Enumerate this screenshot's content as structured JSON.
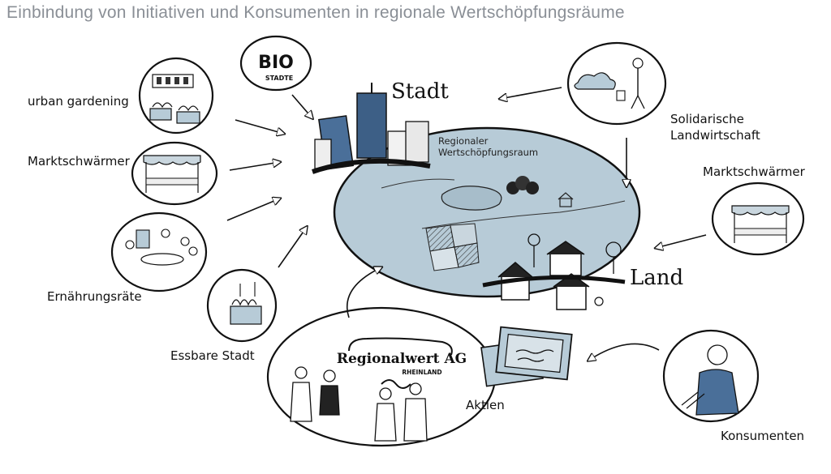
{
  "title": "Einbindung von Initiativen und Konsumenten in regionale Wertschöpfungsräume",
  "center": {
    "stadt": "Stadt",
    "land": "Land",
    "region_line1": "Regionaler",
    "region_line2": "Wertschöpfungsraum"
  },
  "left": {
    "urban_gardening": "urban gardening",
    "marktschwaermer": "Marktschwärmer",
    "ernaehrungsraete": "Ernährungsräte",
    "essbare_stadt": "Essbare Stadt"
  },
  "top": {
    "bio_logo_line1": "BIO",
    "bio_logo_line2": "STADTE"
  },
  "right": {
    "solawi_line1": "Solidarische",
    "solawi_line2": "Landwirtschaft",
    "marktschwaermer": "Marktschwärmer",
    "konsumenten": "Konsumenten"
  },
  "bottom": {
    "regionalwert_line1": "Regionalwert AG",
    "regionalwert_line2": "RHEINLAND",
    "aktien": "Aktien"
  },
  "colors": {
    "region_fill": "#b7cbd7",
    "building_blue": "#3d5f86",
    "title_gray": "#8a8f96",
    "ink": "#111111"
  }
}
